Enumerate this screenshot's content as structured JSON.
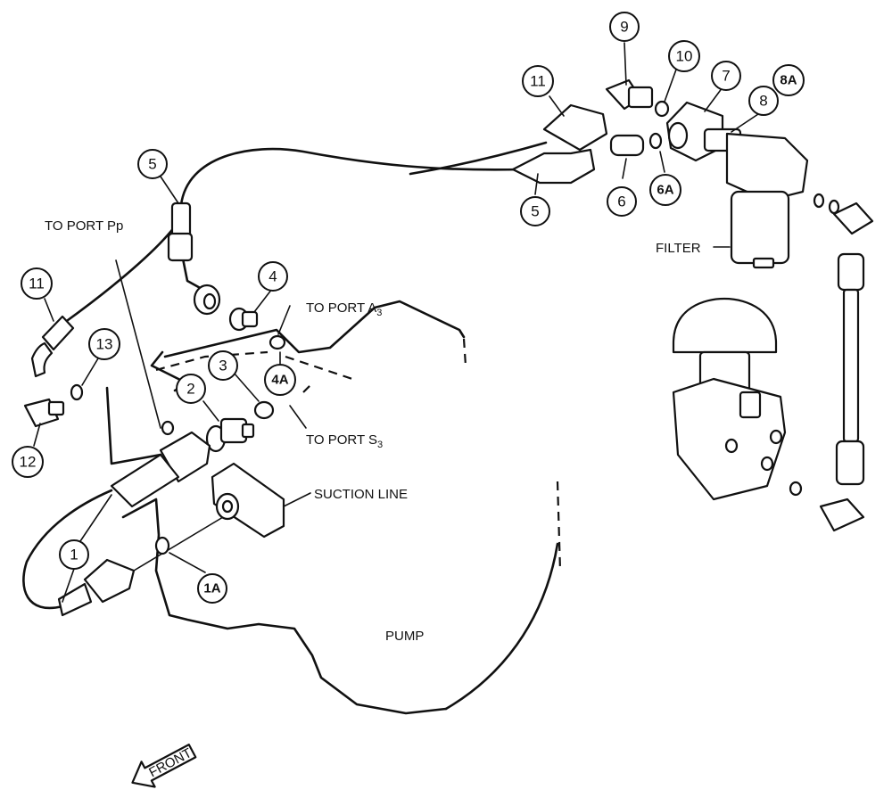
{
  "labels": {
    "to_port_pp": "TO PORT Pp",
    "to_port_a3_main": "TO PORT A",
    "to_port_a3_sub": "3",
    "to_port_s3_main": "TO PORT S",
    "to_port_s3_sub": "3",
    "suction_line": "SUCTION LINE",
    "filter": "FILTER",
    "pump": "PUMP",
    "front": "FRONT"
  },
  "callouts": [
    {
      "id": "1",
      "text": "1"
    },
    {
      "id": "1A",
      "text": "1A"
    },
    {
      "id": "2",
      "text": "2"
    },
    {
      "id": "3",
      "text": "3"
    },
    {
      "id": "4",
      "text": "4"
    },
    {
      "id": "4A",
      "text": "4A"
    },
    {
      "id": "5a",
      "text": "5"
    },
    {
      "id": "5b",
      "text": "5"
    },
    {
      "id": "6",
      "text": "6"
    },
    {
      "id": "6A",
      "text": "6A"
    },
    {
      "id": "7",
      "text": "7"
    },
    {
      "id": "8",
      "text": "8"
    },
    {
      "id": "8A",
      "text": "8A"
    },
    {
      "id": "9",
      "text": "9"
    },
    {
      "id": "10",
      "text": "10"
    },
    {
      "id": "11a",
      "text": "11"
    },
    {
      "id": "11b",
      "text": "11"
    },
    {
      "id": "12",
      "text": "12"
    },
    {
      "id": "13",
      "text": "13"
    }
  ]
}
